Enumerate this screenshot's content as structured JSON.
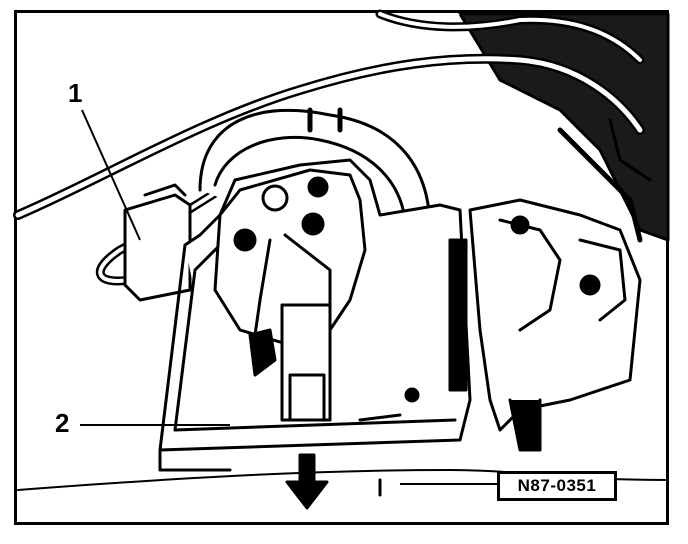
{
  "callouts": {
    "one": "1",
    "two": "2"
  },
  "figure_code": "N87-0351",
  "colors": {
    "ink": "#000000",
    "background": "#ffffff"
  }
}
